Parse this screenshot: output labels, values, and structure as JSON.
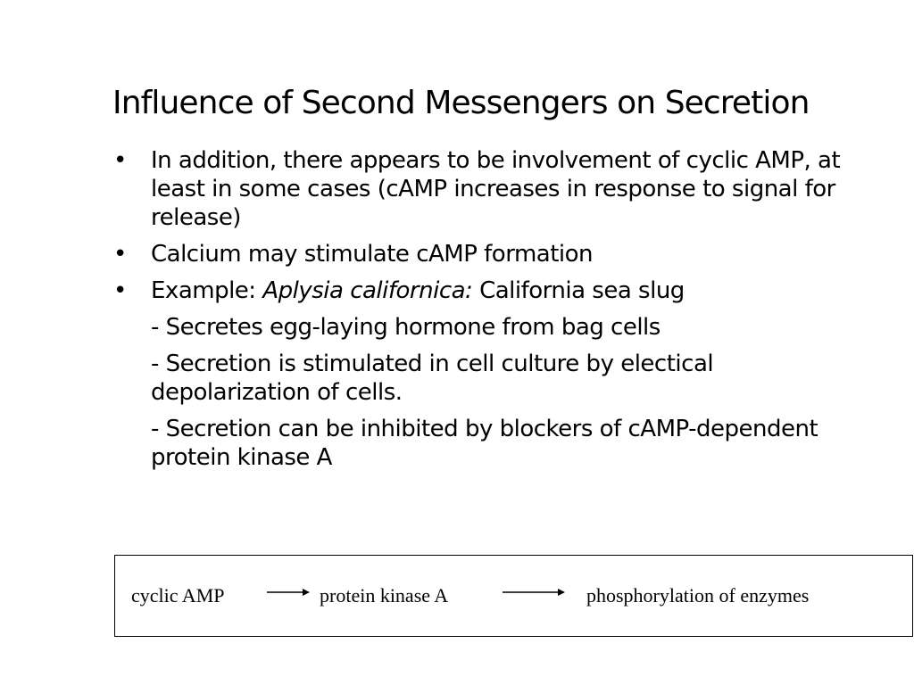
{
  "slide": {
    "title": "Influence of Second Messengers on Secretion",
    "bullets": [
      "In addition, there appears to be involvement of cyclic AMP, at least in some cases (cAMP increases in response to signal for release)",
      "Calcium may stimulate cAMP formation"
    ],
    "example": {
      "prefix": "Example: ",
      "species": "Aplysia californica:",
      "common_name": " California sea slug"
    },
    "sub_points": [
      "- Secretes egg-laying hormone from bag cells",
      "- Secretion is stimulated in cell culture by electical depolarization of cells.",
      "- Secretion can be inhibited by blockers of cAMP-dependent protein kinase A"
    ],
    "bullet_glyph": "•"
  },
  "flow": {
    "step1": "cyclic AMP",
    "step2": "protein kinase A",
    "step3": "phosphorylation of enzymes"
  }
}
